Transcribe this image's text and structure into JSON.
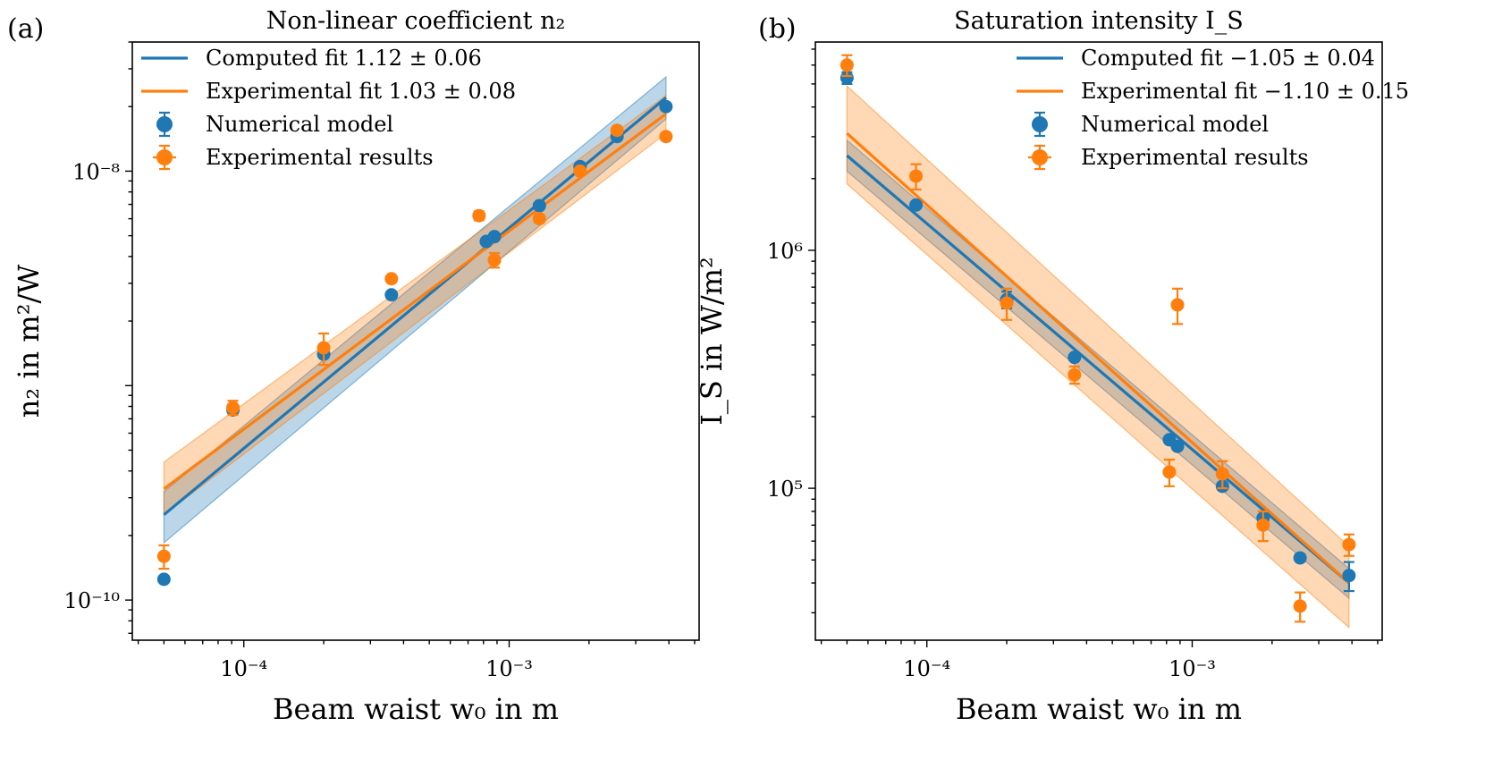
{
  "colors": {
    "computed": "#1f77b4",
    "experimental": "#ff7f0e"
  },
  "chart_data": [
    {
      "type": "scatter",
      "panel_label": "(a)",
      "title": "Non-linear coefficient n₂",
      "xlabel": "Beam waist w₀ in m",
      "ylabel": "n₂ in m²/W",
      "xscale": "log",
      "yscale": "log",
      "xlim": [
        3.8e-05,
        0.0052
      ],
      "ylim": [
        6.5e-11,
        4e-08
      ],
      "x_ticks": [
        {
          "value": 0.0001,
          "label": "10⁻⁴"
        },
        {
          "value": 0.001,
          "label": "10⁻³"
        }
      ],
      "y_ticks": [
        {
          "value": 1e-10,
          "label": "10⁻¹⁰"
        },
        {
          "value": 1e-08,
          "label": "10⁻⁸"
        }
      ],
      "legend_position": "upper left",
      "legend": [
        {
          "label": "Computed fit 1.12 ± 0.06",
          "kind": "line",
          "series": "computed"
        },
        {
          "label": "Experimental fit 1.03 ± 0.08",
          "kind": "line",
          "series": "experimental"
        },
        {
          "label": "Numerical model",
          "kind": "point",
          "series": "computed"
        },
        {
          "label": "Experimental results",
          "kind": "point",
          "series": "experimental"
        }
      ],
      "fits": [
        {
          "series": "computed",
          "x": [
            5e-05,
            0.0039
          ],
          "y": [
            2.5e-10,
            2.2e-08
          ],
          "band_low": [
            1.85e-10,
            1.75e-08
          ],
          "band_high": [
            3.2e-10,
            2.75e-08
          ]
        },
        {
          "series": "experimental",
          "x": [
            5e-05,
            0.0039
          ],
          "y": [
            3.3e-10,
            1.85e-08
          ],
          "band_low": [
            2.5e-10,
            1.5e-08
          ],
          "band_high": [
            4.4e-10,
            2.25e-08
          ]
        }
      ],
      "series": [
        {
          "name": "Numerical model",
          "color_key": "computed",
          "x": [
            5e-05,
            9.1e-05,
            0.0002,
            0.00036,
            0.00082,
            0.00088,
            0.0013,
            0.00185,
            0.00255,
            0.0039
          ],
          "y": [
            1.25e-10,
            7.7e-10,
            1.4e-09,
            2.65e-09,
            4.7e-09,
            4.95e-09,
            6.9e-09,
            1.05e-08,
            1.45e-08,
            2e-08
          ],
          "err": [
            0,
            0,
            0,
            0,
            0,
            0,
            0,
            0,
            0,
            0
          ]
        },
        {
          "name": "Experimental results",
          "color_key": "experimental",
          "x": [
            5e-05,
            9.1e-05,
            0.0002,
            0.00036,
            0.00077,
            0.00088,
            0.0013,
            0.00185,
            0.00255,
            0.0039
          ],
          "y": [
            1.6e-10,
            7.9e-10,
            1.5e-09,
            3.15e-09,
            6.2e-09,
            3.85e-09,
            6e-09,
            1e-08,
            1.55e-08,
            1.45e-08
          ],
          "err": [
            2e-11,
            6e-11,
            2.5e-10,
            1e-10,
            3e-10,
            3e-10,
            2.5e-10,
            3e-10,
            4e-10,
            3e-10
          ]
        }
      ]
    },
    {
      "type": "scatter",
      "panel_label": "(b)",
      "title": "Saturation intensity I_S",
      "xlabel": "Beam waist w₀ in m",
      "ylabel": "I_S in W/m²",
      "xscale": "log",
      "yscale": "log",
      "xlim": [
        3.8e-05,
        0.0052
      ],
      "ylim": [
        23000.0,
        7500000.0
      ],
      "x_ticks": [
        {
          "value": 0.0001,
          "label": "10⁻⁴"
        },
        {
          "value": 0.001,
          "label": "10⁻³"
        }
      ],
      "y_ticks": [
        {
          "value": 100000.0,
          "label": "10⁵"
        },
        {
          "value": 1000000.0,
          "label": "10⁶"
        }
      ],
      "legend_position": "upper right",
      "legend": [
        {
          "label": "Computed fit −1.05 ± 0.04",
          "kind": "line",
          "series": "computed"
        },
        {
          "label": "Experimental fit −1.10 ± 0.15",
          "kind": "line",
          "series": "experimental"
        },
        {
          "label": "Numerical model",
          "kind": "point",
          "series": "computed"
        },
        {
          "label": "Experimental results",
          "kind": "point",
          "series": "experimental"
        }
      ],
      "fits": [
        {
          "series": "computed",
          "x": [
            5e-05,
            0.0039
          ],
          "y": [
            2500000.0,
            40000.0
          ],
          "band_low": [
            2150000.0,
            34500.0
          ],
          "band_high": [
            2900000.0,
            46000.0
          ]
        },
        {
          "series": "experimental",
          "x": [
            5e-05,
            0.0039
          ],
          "y": [
            3100000.0,
            40000.0
          ],
          "band_low": [
            1900000.0,
            26000.0
          ],
          "band_high": [
            4900000.0,
            57000.0
          ]
        }
      ],
      "series": [
        {
          "name": "Numerical model",
          "color_key": "computed",
          "x": [
            5e-05,
            9.1e-05,
            0.0002,
            0.00036,
            0.00082,
            0.00088,
            0.0013,
            0.00185,
            0.00255,
            0.0039
          ],
          "y": [
            5300000.0,
            1550000.0,
            620000.0,
            355000.0,
            160000.0,
            150000.0,
            102000.0,
            75000.0,
            51000.0,
            43000.0
          ],
          "err": [
            300000.0,
            0,
            50000.0,
            0,
            0,
            0,
            0,
            0,
            0,
            6000.0
          ]
        },
        {
          "name": "Experimental results",
          "color_key": "experimental",
          "x": [
            5e-05,
            9.1e-05,
            0.0002,
            0.00036,
            0.00082,
            0.00088,
            0.0013,
            0.00185,
            0.00255,
            0.0039
          ],
          "y": [
            6000000.0,
            2050000.0,
            600000.0,
            300000.0,
            117000.0,
            590000.0,
            115000.0,
            70000.0,
            32000.0,
            58000.0
          ],
          "err": [
            600000.0,
            250000.0,
            90000.0,
            25000.0,
            15000.0,
            100000.0,
            15000.0,
            10000.0,
            4500.0,
            6000.0
          ]
        }
      ]
    }
  ]
}
